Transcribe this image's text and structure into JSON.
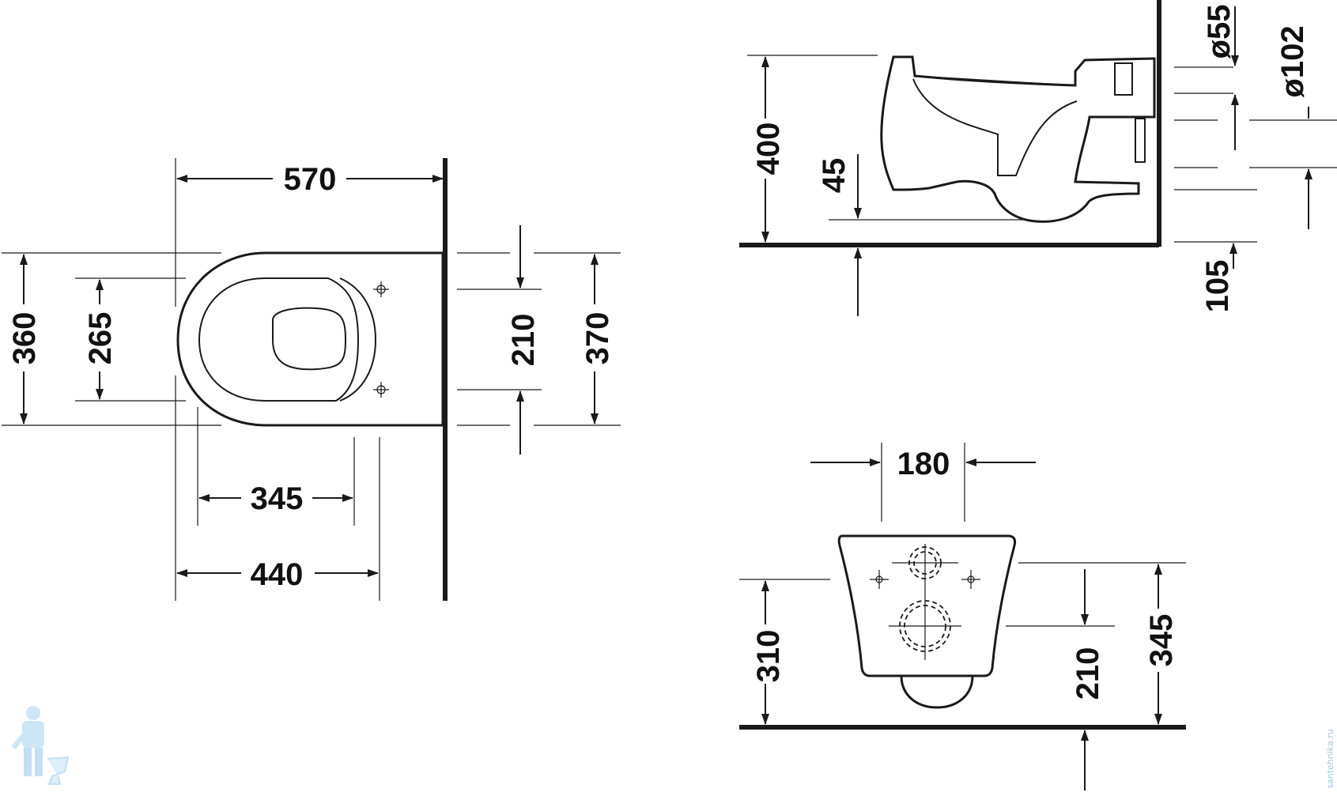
{
  "colors": {
    "ink": "#111111",
    "watermark": "#9cc9e8"
  },
  "top_view": {
    "width_total": "570",
    "depth_seat": "360",
    "depth_bowl": "265",
    "fix_spacing": "210",
    "depth_total": "370",
    "fix_offset": "345",
    "length": "440"
  },
  "side_view": {
    "height": "400",
    "rim_drop": "45",
    "d_outlet": "ø55",
    "d_inlet": "ø102",
    "inlet_height": "105"
  },
  "rear_view": {
    "width": "180",
    "height_left": "310",
    "height_mid": "210",
    "height_right": "345"
  },
  "watermark": {
    "icon": "plumber-mascot-icon",
    "text": "santehnika.ru"
  }
}
